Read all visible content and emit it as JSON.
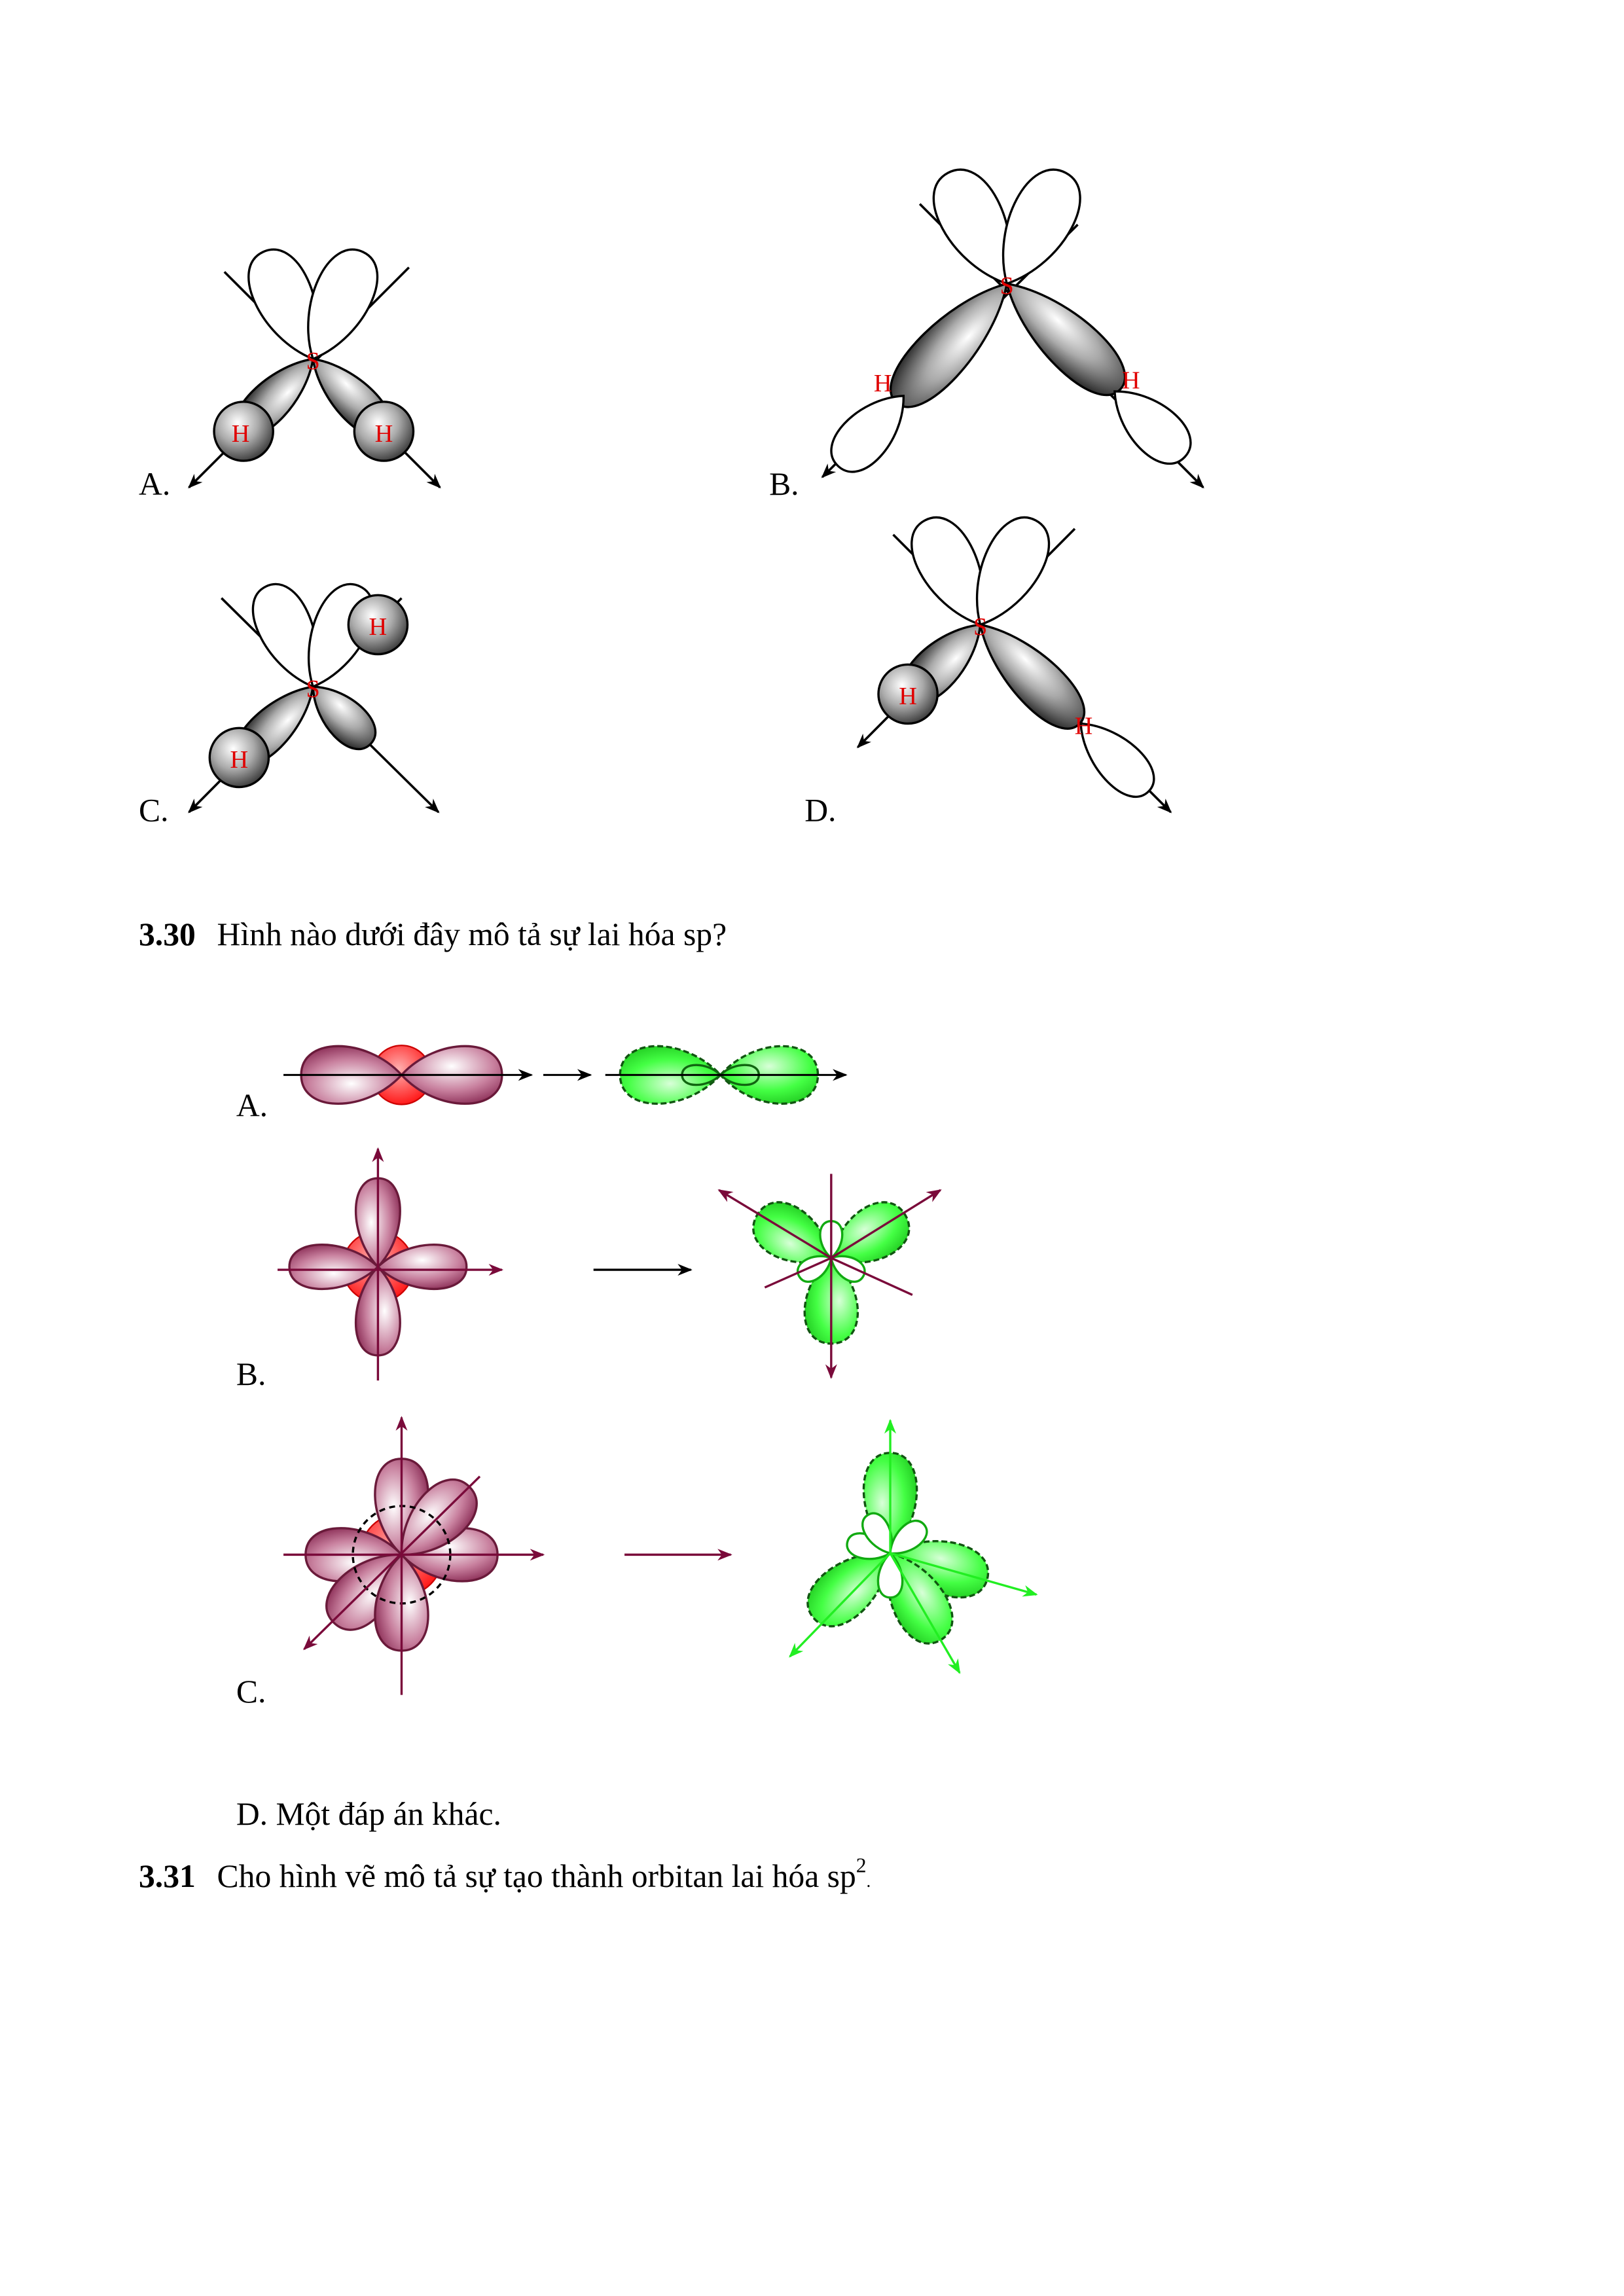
{
  "q329_options": {
    "a": "A.",
    "b": "B.",
    "c": "C.",
    "d": "D.",
    "atom_s": "S",
    "atom_h": "H"
  },
  "q330": {
    "number": "3.30",
    "text": "Hình nào dưới đây mô tả sự lai hóa sp?",
    "option_a": "A.",
    "option_b": "B.",
    "option_c": "C.",
    "option_d": "D. Một đáp án khác."
  },
  "q331": {
    "number": "3.31",
    "text": "Cho hình vẽ mô tả sự tạo thành orbitan lai hóa sp",
    "superscript": "2",
    "trailing": "."
  },
  "colors": {
    "pink": "#a0406a",
    "green": "#33ff33",
    "red": "#ff2020",
    "arrow": "#7a0a3a"
  }
}
